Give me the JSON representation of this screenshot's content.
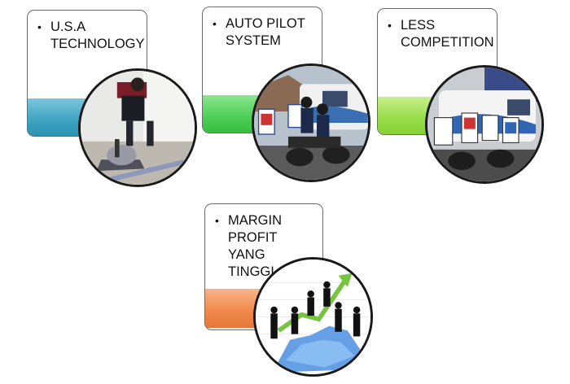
{
  "cards": [
    {
      "label": "U.S.A\nTECHNOLOGY",
      "bullet": "•",
      "color": "#3fa3c2",
      "image": "vacuum-cleaning-photo"
    },
    {
      "label": "AUTO PILOT\nSYSTEM",
      "bullet": "•",
      "color": "#4fcf57",
      "image": "motorbike-sales-team-photo"
    },
    {
      "label": "LESS\nCOMPETITION",
      "bullet": "•",
      "color": "#98de4a",
      "image": "promo-van-motorbikes-photo"
    },
    {
      "label": "MARGIN\nPROFIT YANG\nTINGGI",
      "bullet": "•",
      "color": "#f18a4c",
      "image": "business-growth-chart-image"
    }
  ]
}
